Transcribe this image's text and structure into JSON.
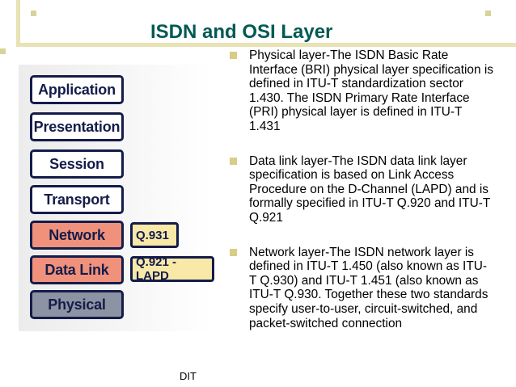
{
  "slide": {
    "title": "ISDN and OSI Layer",
    "footer": "DIT",
    "accent_color": "#005a53"
  },
  "osi_layers": [
    {
      "label": "Application",
      "highlight": "none"
    },
    {
      "label": "Presentation",
      "highlight": "none"
    },
    {
      "label": "Session",
      "highlight": "none"
    },
    {
      "label": "Transport",
      "highlight": "none"
    },
    {
      "label": "Network",
      "highlight": "isdn"
    },
    {
      "label": "Data Link",
      "highlight": "isdn"
    },
    {
      "label": "Physical",
      "highlight": "physical"
    }
  ],
  "protocols": {
    "network": "Q.931",
    "data_link": "Q.921 - LAPD"
  },
  "bullets": [
    "Physical layer-The ISDN Basic Rate Interface (BRI) physical layer specification is defined in ITU-T standardization sector 1.430. The ISDN Primary Rate Interface (PRI) physical layer is defined in ITU-T 1.431",
    "Data link layer-The ISDN data link layer specification is based on Link Access Procedure on the D-Channel (LAPD) and is formally specified in ITU-T Q.920 and ITU-T Q.921",
    "Network layer-The ISDN network layer is defined in ITU-T 1.450 (also known as ITU-T Q.930) and ITU-T 1.451 (also known as ITU-T Q.930. Together these two standards specify user-to-user, circuit-switched, and packet-switched connection"
  ]
}
